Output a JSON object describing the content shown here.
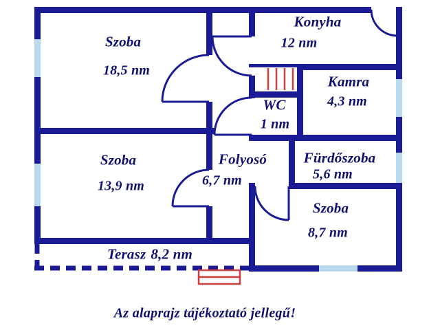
{
  "colors": {
    "wall": "#1b1b95",
    "text": "#10106e",
    "window": "#b9d9ec",
    "red": "#cc4040"
  },
  "rooms": [
    {
      "id": "szoba-1",
      "name": "Szoba",
      "area": "18,5 nm"
    },
    {
      "id": "konyha",
      "name": "Konyha",
      "area": "12 nm"
    },
    {
      "id": "kamra",
      "name": "Kamra",
      "area": "4,3 nm"
    },
    {
      "id": "wc",
      "name": "WC",
      "area": "1 nm"
    },
    {
      "id": "folyoso",
      "name": "Folyosó",
      "area": "6,7 nm"
    },
    {
      "id": "furdoszoba",
      "name": "Fürdőszoba",
      "area": "5,6 nm"
    },
    {
      "id": "szoba-2",
      "name": "Szoba",
      "area": "13,9 nm"
    },
    {
      "id": "szoba-3",
      "name": "Szoba",
      "area": "8,7 nm"
    },
    {
      "id": "terasz",
      "name": "Terasz",
      "area": "8,2 nm"
    }
  ],
  "disclaimer": "Az alaprajz tájékoztató jellegű!"
}
